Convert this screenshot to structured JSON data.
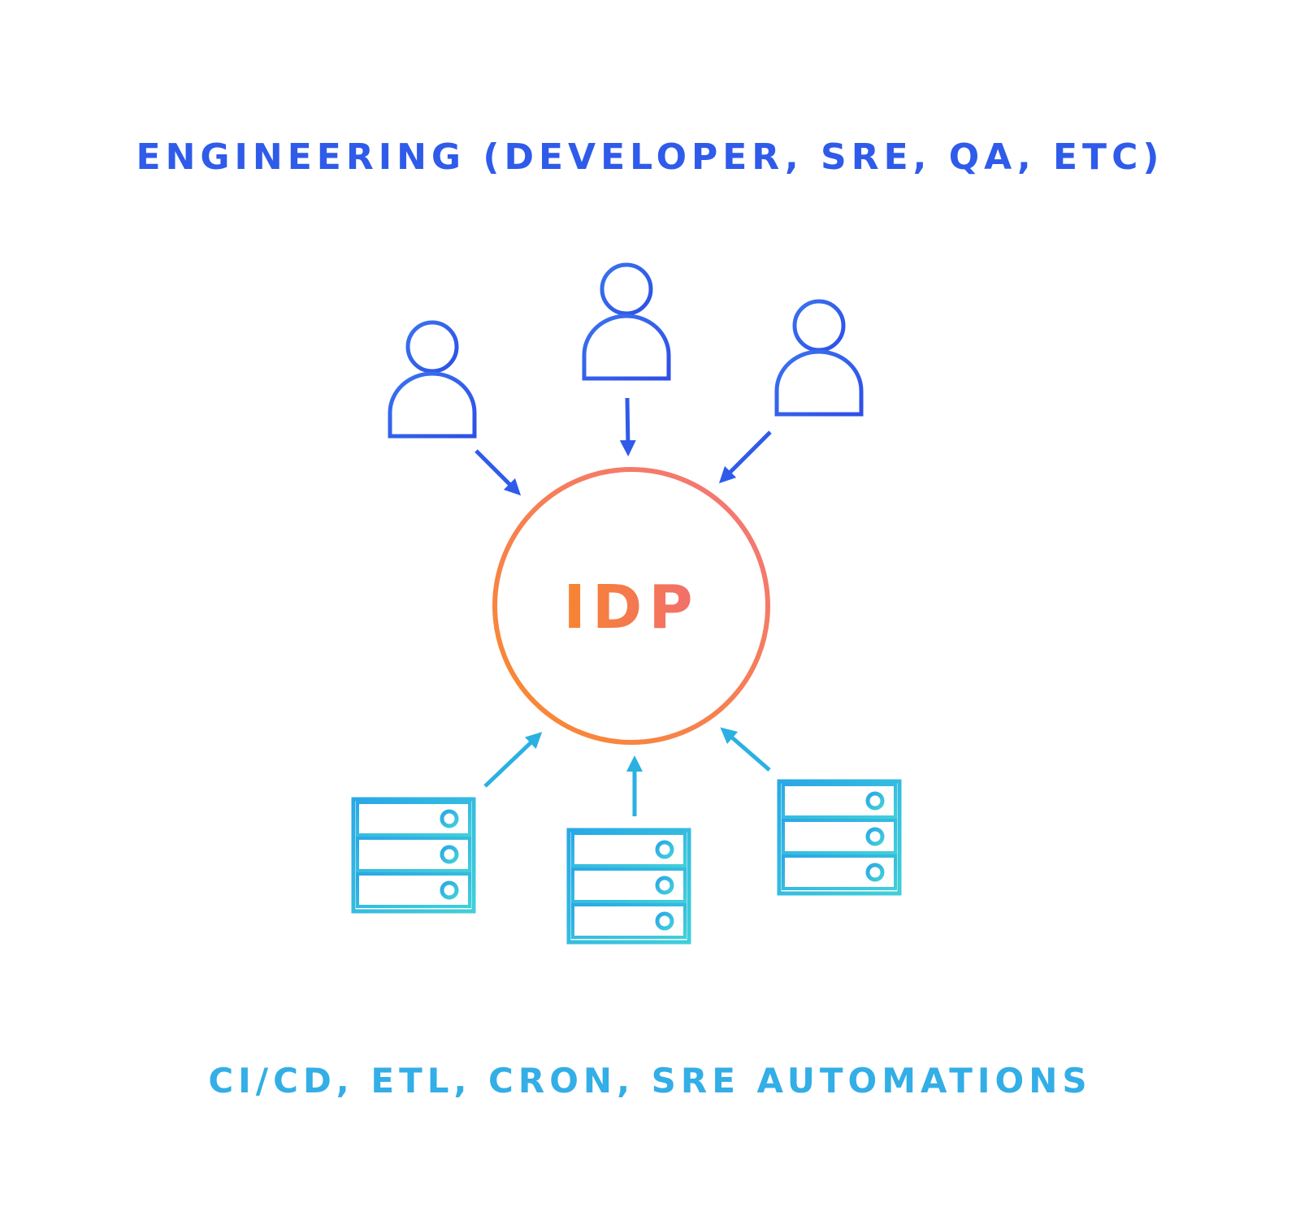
{
  "header": {
    "title": "ENGINEERING (DEVELOPER, SRE, QA, ETC)"
  },
  "center": {
    "label": "IDP"
  },
  "footer": {
    "title": "CI/CD, ETL, CRON, SRE AUTOMATIONS"
  },
  "colors": {
    "users": "#2f5bea",
    "users_light": "#3b6cf0",
    "center_start": "#f98a2c",
    "center_end": "#f3757a",
    "servers": "#2ab1e2",
    "servers_light": "#3ec9df"
  },
  "icons": {
    "user": "user-icon",
    "server": "server-rack-icon",
    "arrow": "arrow-icon"
  }
}
